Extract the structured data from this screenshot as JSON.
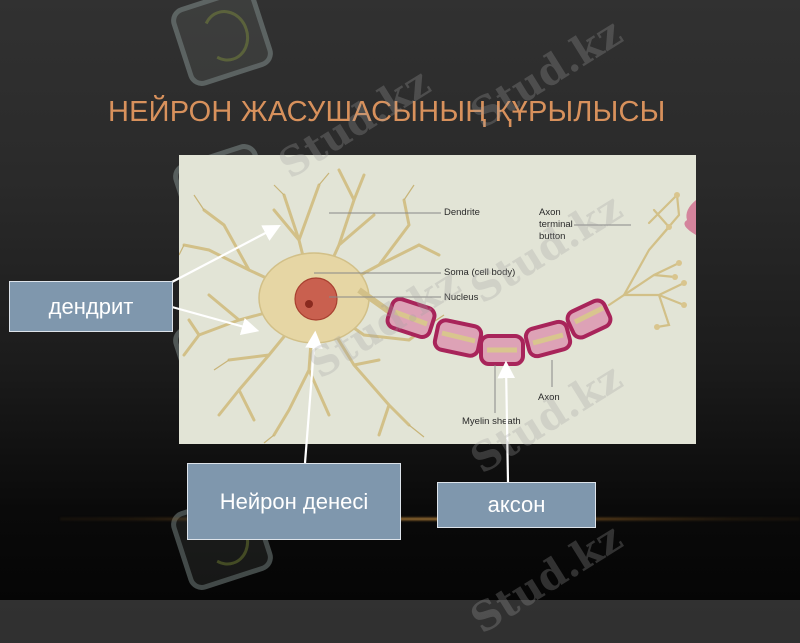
{
  "slide": {
    "title": "НЕЙРОН ЖАСУШАСЫНЫҢ ҚҰРЫЛЫСЫ",
    "colors": {
      "title": "#d8915c",
      "label_box": "#7f97ad",
      "figure_bg": "#e2e4d6",
      "myelin": "#a8245a",
      "neuron_body": "#e6d6a4"
    }
  },
  "figure": {
    "labels": {
      "dendrite": "Dendrite",
      "soma": "Soma (cell body)",
      "nucleus": "Nucleus",
      "axon_terminal": [
        "Axon",
        "terminal",
        "button"
      ],
      "axon": "Axon",
      "myelin": "Myelin sheath"
    }
  },
  "callouts": {
    "dendrite": "дендрит",
    "neuron_body": "Нейрон денесі",
    "axon": "аксон"
  },
  "watermark": {
    "text": "Stud.kz"
  }
}
